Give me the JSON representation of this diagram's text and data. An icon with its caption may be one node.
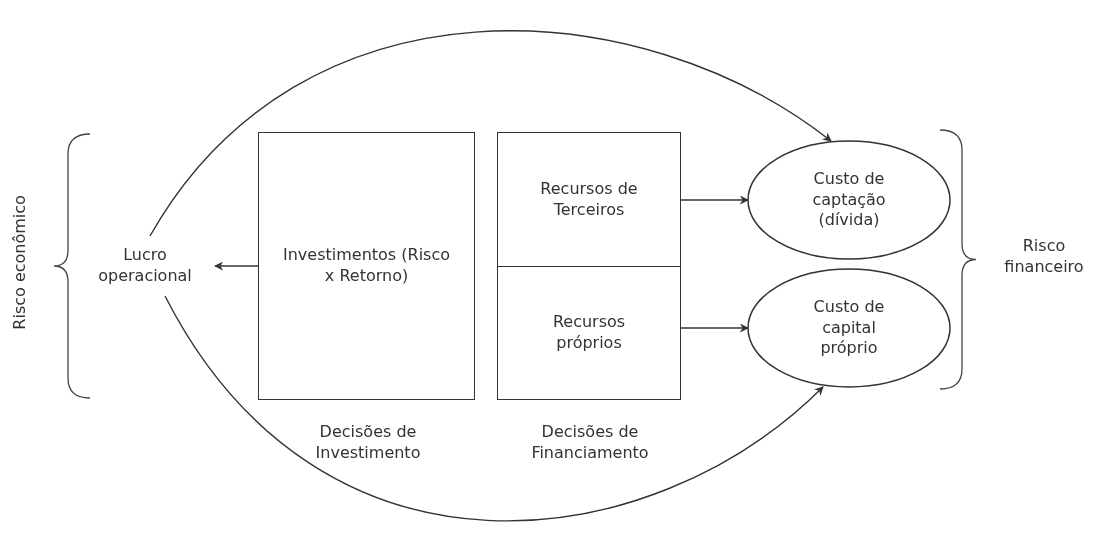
{
  "diagram": {
    "nodes": [
      {
        "text": [
          "Lucro operacional"
        ]
      },
      {
        "text": [
          "Investimentos (Risco x Retorno)"
        ]
      },
      {
        "text": [
          "Recursos de Terceiros"
        ]
      },
      {
        "text": [
          "Recursos próprios"
        ]
      },
      {
        "text": [
          "Custo de captação (dívida)"
        ]
      },
      {
        "text": [
          "Custo de capital próprio"
        ]
      }
    ],
    "edges": [
      {
        "from": 1,
        "to": 0,
        "arrow": "to"
      },
      {
        "from": 2,
        "to": 4,
        "arrow": "to"
      },
      {
        "from": 3,
        "to": 5,
        "arrow": "to"
      },
      {
        "from": 0,
        "to": 4,
        "arrow": "to"
      },
      {
        "from": 0,
        "to": 5,
        "arrow": "to"
      }
    ],
    "labels": [
      "Risco econômico",
      "Decisões de Investimento",
      "Decisões de Financiamento",
      "Risco financeiro"
    ]
  }
}
